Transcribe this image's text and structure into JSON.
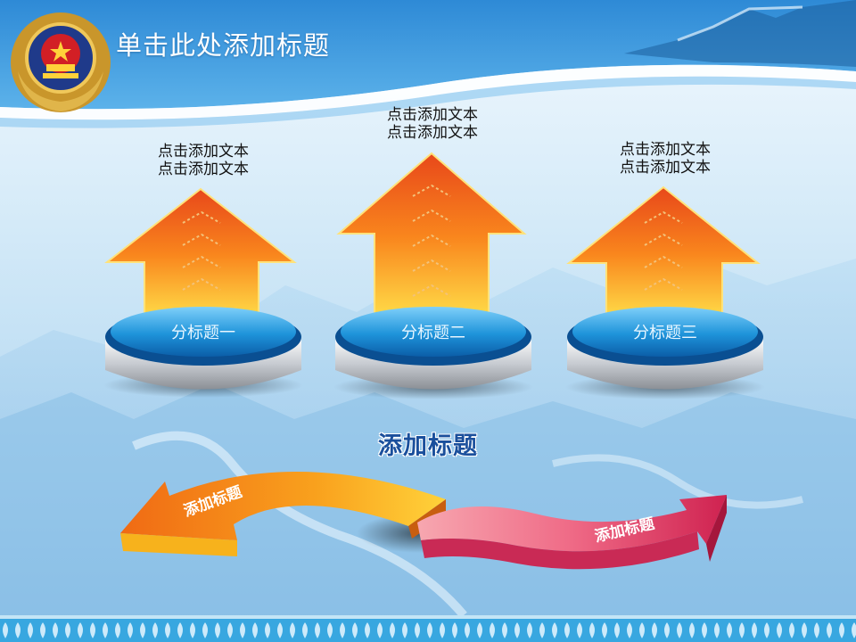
{
  "slide": {
    "title": "单击此处添加标题"
  },
  "items": [
    {
      "subtitle": "分标题一",
      "text": [
        "点击添加文本",
        "点击添加文本"
      ]
    },
    {
      "subtitle": "分标题二",
      "text": [
        "点击添加文本",
        "点击添加文本"
      ]
    },
    {
      "subtitle": "分标题三",
      "text": [
        "点击添加文本",
        "点击添加文本"
      ]
    }
  ],
  "center_title": "添加标题",
  "curved_arrows": [
    {
      "label": "添加标题",
      "color": "#f39a1c"
    },
    {
      "label": "添加标题",
      "color": "#d9345a"
    }
  ],
  "colors": {
    "sky": "#2f8fd8",
    "arrow_orange": "#f47a1a",
    "arrow_yellow": "#ffd23a",
    "disk_blue": "#1b8fd6"
  }
}
